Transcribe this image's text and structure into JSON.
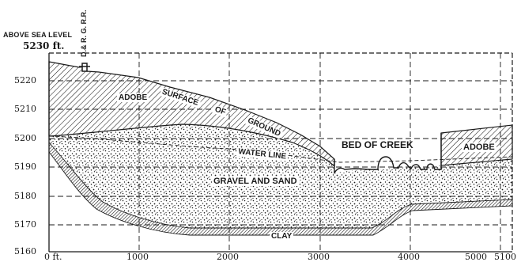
{
  "header": {
    "line1": "ABOVE SEA LEVEL",
    "line2": "5230 ft."
  },
  "railroad_label": "D.& R. G. R.R.",
  "y_axis": {
    "ticks": [
      "5220",
      "5210",
      "5200",
      "5190",
      "5180",
      "5170",
      "5160"
    ]
  },
  "x_axis": {
    "ticks": [
      "0 ft.",
      "1000",
      "2000",
      "3000",
      "4000",
      "5000",
      "5100"
    ]
  },
  "labels": {
    "adobe_left": "ADOBE",
    "surface": [
      "SURFACE",
      "OF",
      "GROUND"
    ],
    "bed_of_creek": "BED OF CREEK",
    "adobe_right": "ADOBE",
    "water_line": "WATER LINE",
    "gravel": "GRAVEL AND SAND",
    "clay": "CLAY"
  },
  "colors": {
    "ink": "#1a1a1a",
    "paper": "#ffffff"
  }
}
